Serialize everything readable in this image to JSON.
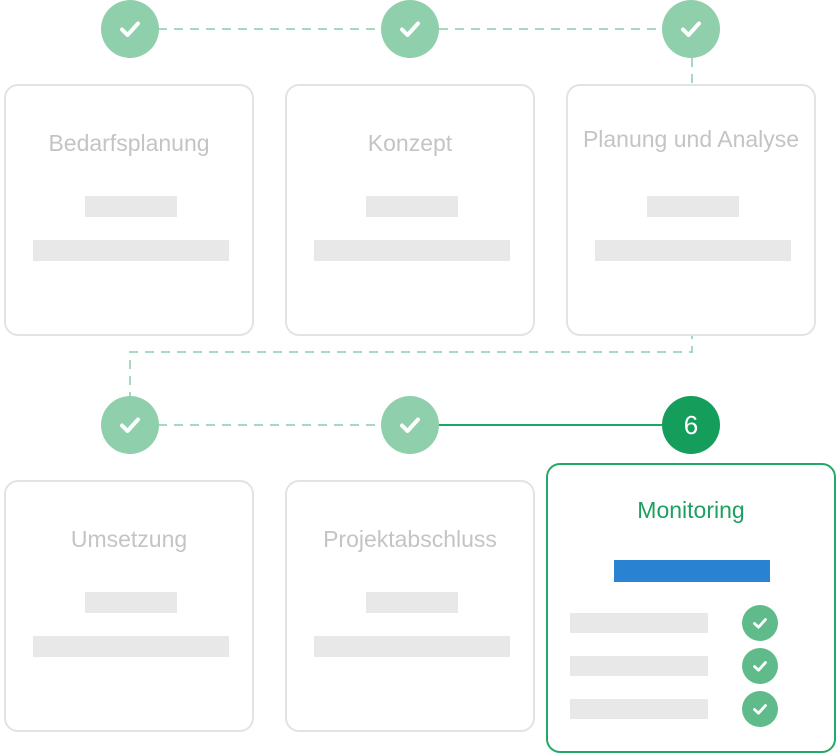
{
  "steps": [
    {
      "title": "Bedarfsplanung",
      "status": "done"
    },
    {
      "title": "Konzept",
      "status": "done"
    },
    {
      "title": "Planung und Analyse",
      "status": "done"
    },
    {
      "title": "Umsetzung",
      "status": "done"
    },
    {
      "title": "Projektabschluss",
      "status": "done"
    },
    {
      "title": "Monitoring",
      "status": "active",
      "number": "6"
    }
  ],
  "monitoring": {
    "checklist": [
      {
        "icon": "check-icon",
        "checked": true
      },
      {
        "icon": "check-icon",
        "checked": true
      },
      {
        "icon": "check-icon",
        "checked": true
      }
    ]
  },
  "colors": {
    "done": "#8fcfac",
    "active": "#159d5b",
    "active_border": "#25a866",
    "connector": "#a6d9bd",
    "connector_active": "#1fa564",
    "accent_bar": "#2a83d2",
    "placeholder": "#e8e8e8",
    "muted_text": "#c4c4c4"
  }
}
